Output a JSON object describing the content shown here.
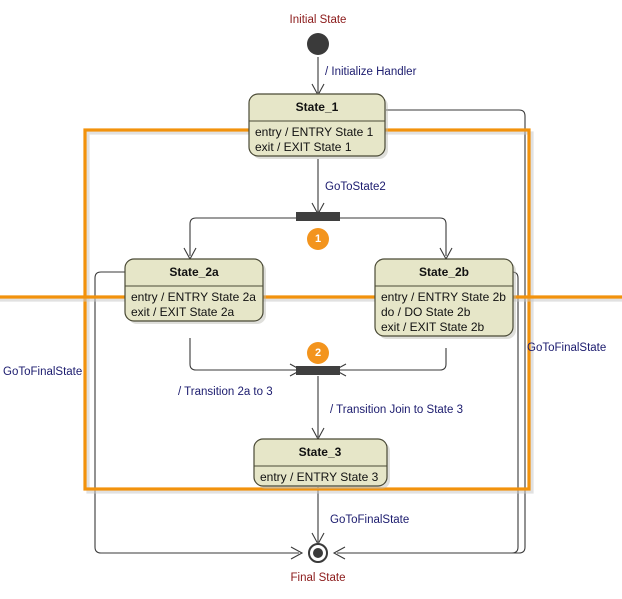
{
  "diagram": {
    "type": "uml-state-machine",
    "colors": {
      "state_fill": "#e6e6c8",
      "state_border": "#4a4a36",
      "edge": "#3a3a3a",
      "edge_label_text": "#1b1b6e",
      "node_caption_text": "#8b1a1a",
      "badge": "#f3941d",
      "highlight": "#f2920c",
      "background": "#ffffff"
    },
    "nodes": {
      "initial": {
        "caption": "Initial State"
      },
      "final": {
        "caption": "Final State"
      },
      "state_1": {
        "title": "State_1",
        "lines": [
          "entry / ENTRY State 1",
          "exit / EXIT State 1"
        ]
      },
      "state_2a": {
        "title": "State_2a",
        "lines": [
          "entry / ENTRY State 2a",
          "exit / EXIT State 2a"
        ]
      },
      "state_2b": {
        "title": "State_2b",
        "lines": [
          "entry / ENTRY State 2b",
          "do / DO State 2b",
          "exit / EXIT State 2b"
        ]
      },
      "state_3": {
        "title": "State_3",
        "lines": [
          "entry / ENTRY State 3"
        ]
      }
    },
    "badges": [
      {
        "id": "badge-1",
        "label": "1"
      },
      {
        "id": "badge-2",
        "label": "2"
      }
    ],
    "edge_labels": {
      "initialize_handler": "/ Initialize Handler",
      "go_to_state2": "GoToState2",
      "transition_2a_to_3": "/ Transition 2a to 3",
      "transition_join_to_state3": "/ Transition Join to State 3",
      "go_to_final_state_bottom": "GoToFinalState",
      "go_to_final_state_left": "GoToFinalState",
      "go_to_final_state_right": "GoToFinalState"
    }
  }
}
